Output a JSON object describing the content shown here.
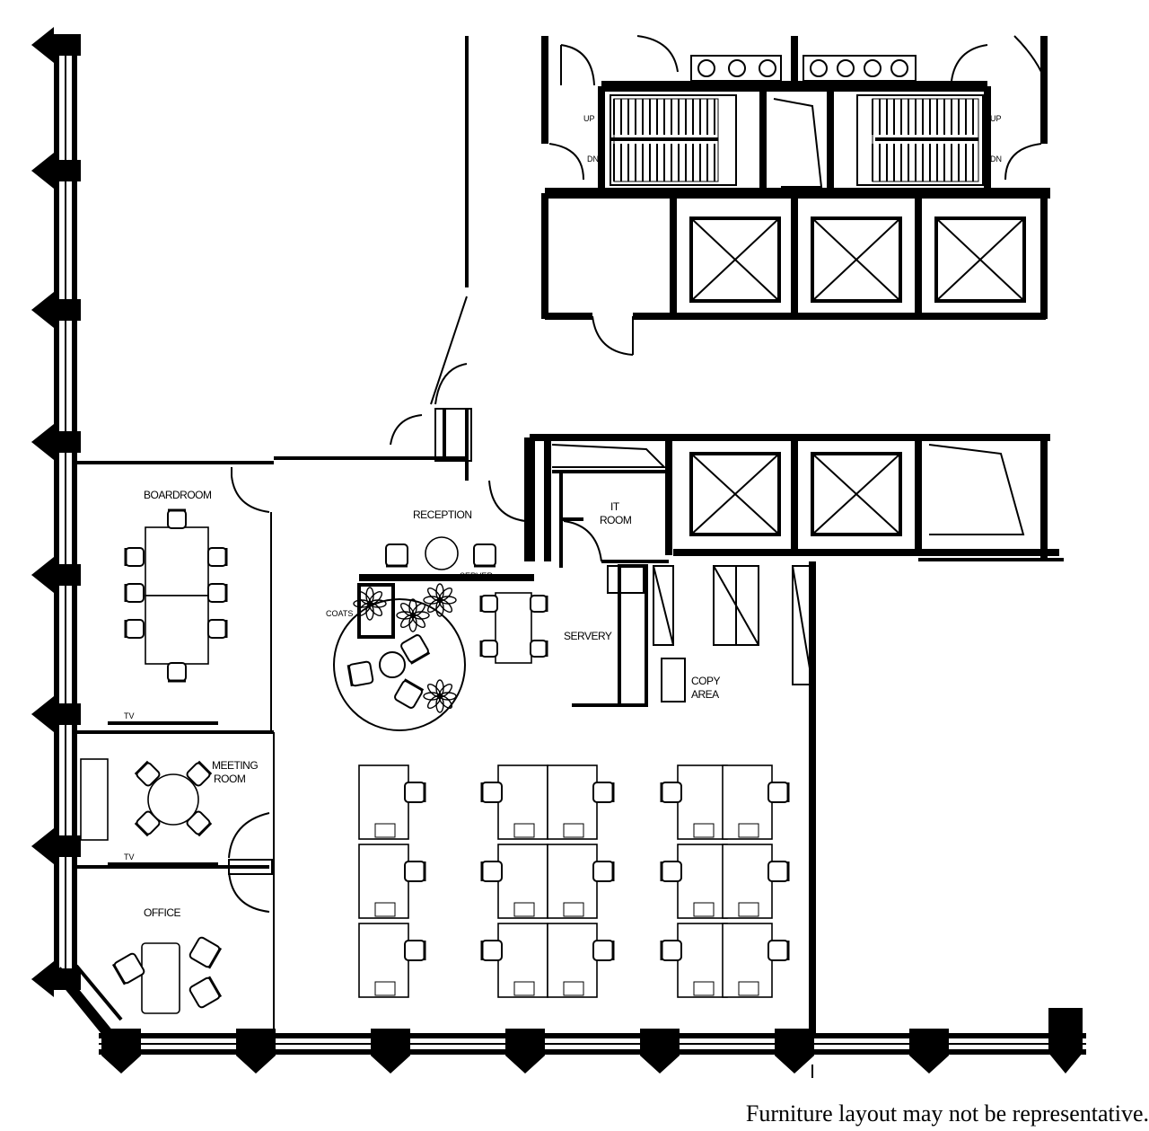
{
  "rooms": {
    "boardroom": "BOARDROOM",
    "reception": "RECEPTION",
    "it_room_line1": "IT",
    "it_room_line2": "ROOM",
    "coats": "COATS",
    "server": "SERVER",
    "servery": "SERVERY",
    "copy_area_line1": "COPY",
    "copy_area_line2": "AREA",
    "meeting_room_line1": "MEETING",
    "meeting_room_line2": "ROOM",
    "office": "OFFICE",
    "tv": "TV"
  },
  "stairs": {
    "up": "UP",
    "down": "DN"
  },
  "footnote": "Furniture layout may not be representative."
}
